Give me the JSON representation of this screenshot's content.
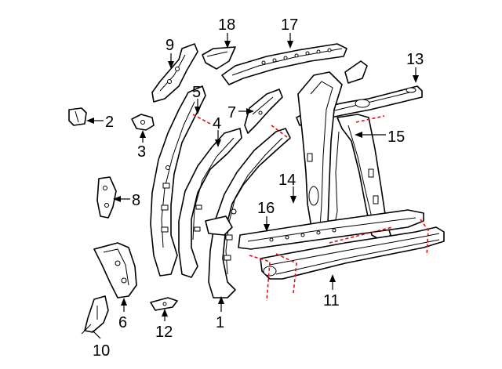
{
  "diagram": {
    "callouts": [
      {
        "id": "1",
        "label": "1"
      },
      {
        "id": "2",
        "label": "2"
      },
      {
        "id": "3",
        "label": "3"
      },
      {
        "id": "4",
        "label": "4"
      },
      {
        "id": "5",
        "label": "5"
      },
      {
        "id": "6",
        "label": "6"
      },
      {
        "id": "7",
        "label": "7"
      },
      {
        "id": "8",
        "label": "8"
      },
      {
        "id": "9",
        "label": "9"
      },
      {
        "id": "10",
        "label": "10"
      },
      {
        "id": "11",
        "label": "11"
      },
      {
        "id": "12",
        "label": "12"
      },
      {
        "id": "13",
        "label": "13"
      },
      {
        "id": "14",
        "label": "14"
      },
      {
        "id": "15",
        "label": "15"
      },
      {
        "id": "16",
        "label": "16"
      },
      {
        "id": "17",
        "label": "17"
      },
      {
        "id": "18",
        "label": "18"
      }
    ],
    "colors": {
      "line": "#000000",
      "cut_line": "#e01010",
      "background": "#ffffff"
    }
  }
}
